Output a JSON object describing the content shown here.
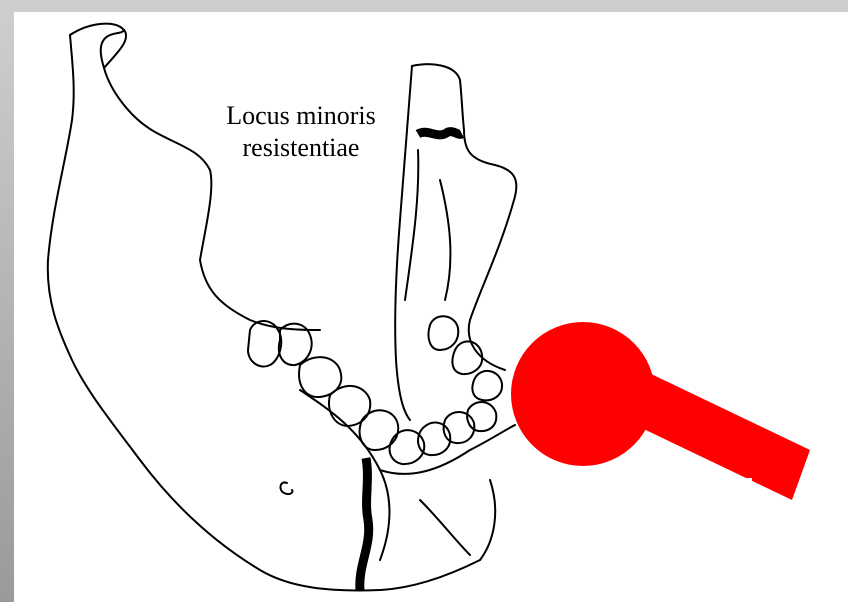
{
  "diagram": {
    "label_line1": "Locus minoris",
    "label_line2": "resistentiae",
    "colors": {
      "background": "#ffffff",
      "frame": "#9a9a9a",
      "outline": "#000000",
      "impact": "#ff0000"
    },
    "icons": [
      "mandible-outline",
      "fracture-line-body",
      "fracture-line-condyle",
      "impact-force-arrow"
    ]
  }
}
